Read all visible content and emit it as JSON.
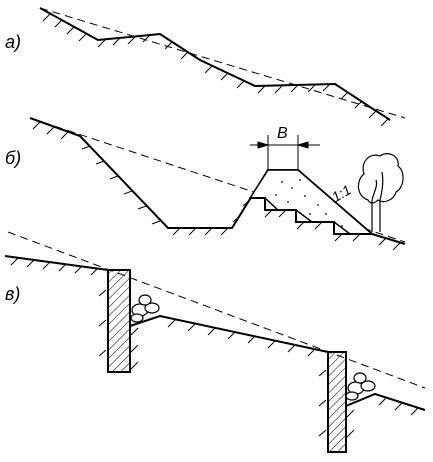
{
  "figure": {
    "panels": [
      {
        "label": "a)"
      },
      {
        "label": "б)",
        "dimension_label": "B",
        "slope_label": "1:1"
      },
      {
        "label": "в)"
      }
    ]
  },
  "colors": {
    "line": "#000000",
    "background": "#ffffff"
  }
}
